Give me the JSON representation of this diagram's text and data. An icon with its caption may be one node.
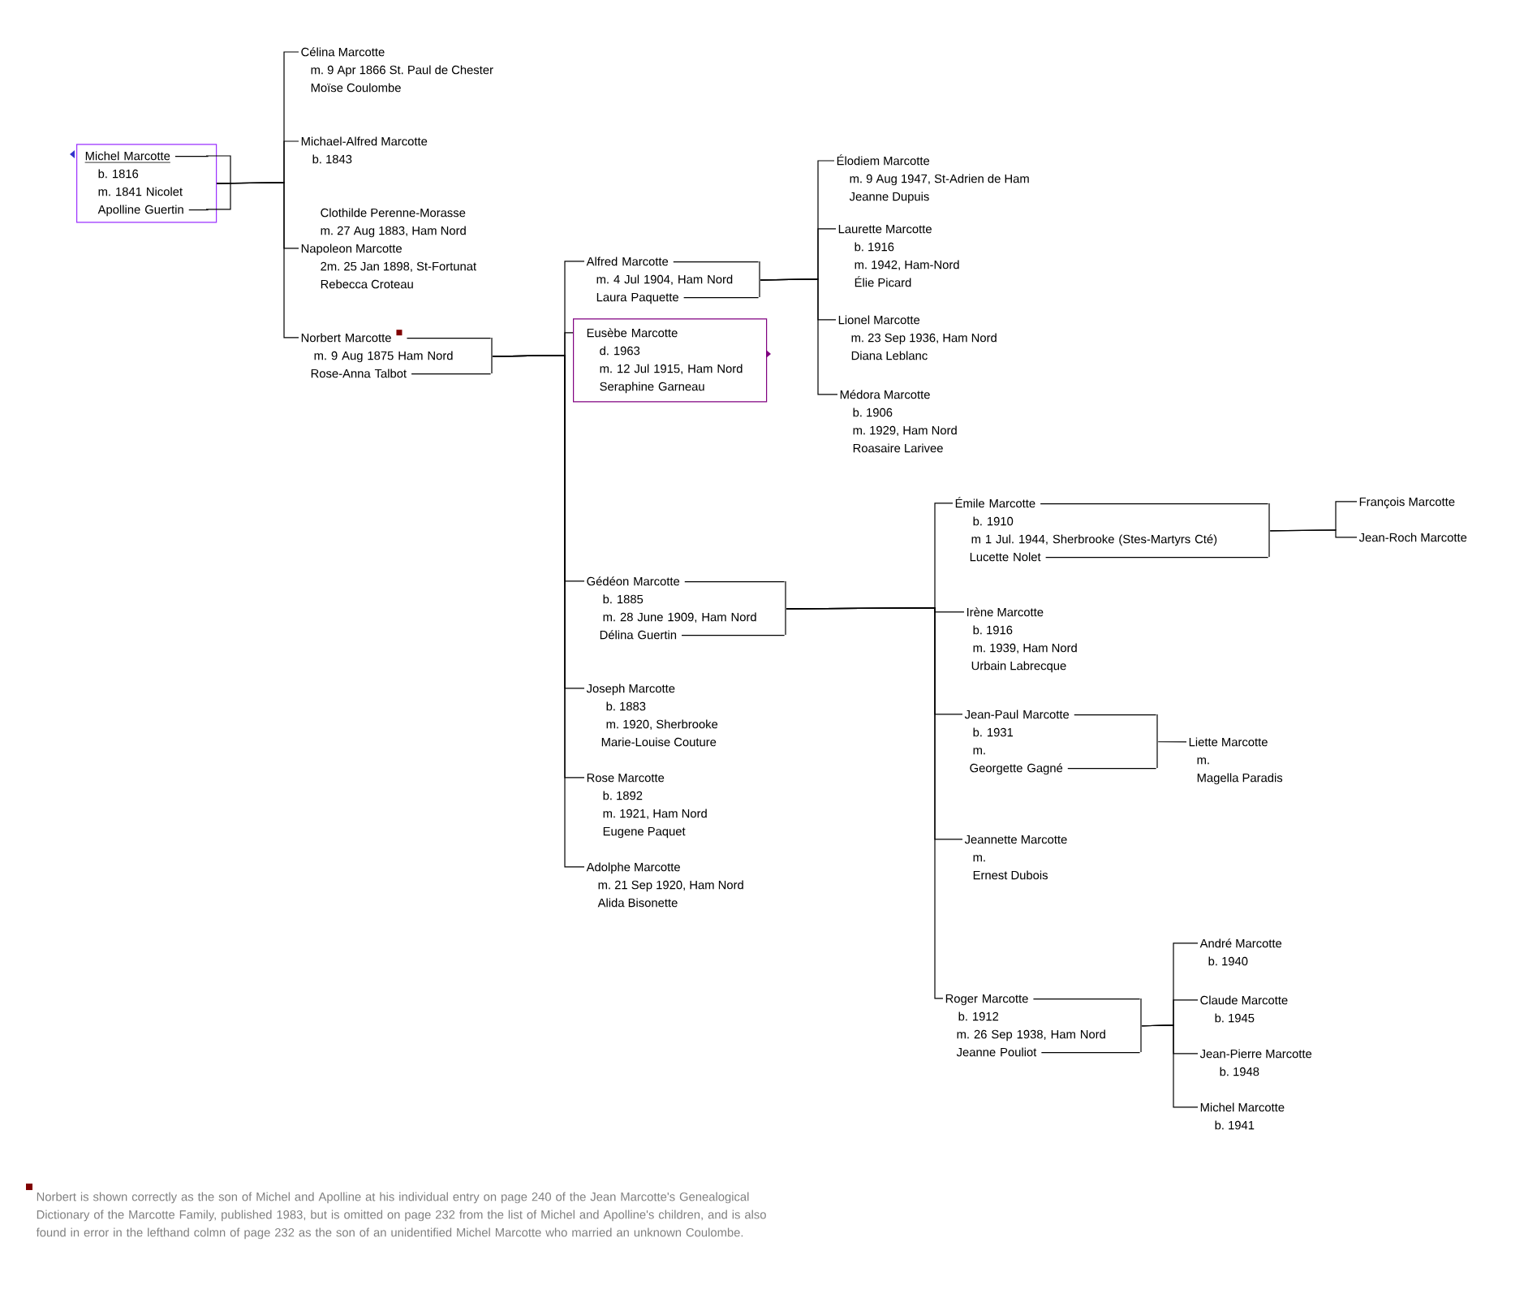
{
  "diagram": {
    "nodes": [
      {
        "text": [
          "Michel Marcotte",
          "b. 1816",
          "m. 1841 Nicolet",
          "Apolline Guertin"
        ]
      },
      {
        "text": [
          "Célina Marcotte",
          "m. 9 Apr 1866 St. Paul de Chester",
          "Moïse Coulombe"
        ]
      },
      {
        "text": [
          "Michael-Alfred Marcotte",
          "b. 1843"
        ]
      },
      {
        "text": [
          "Clothilde Perenne-Morasse",
          "m. 27 Aug 1883, Ham Nord",
          "Napoleon Marcotte",
          "2m. 25 Jan 1898, St-Fortunat",
          "Rebecca Croteau"
        ]
      },
      {
        "text": [
          "Norbert Marcotte",
          "m. 9 Aug 1875 Ham Nord",
          "Rose-Anna Talbot"
        ]
      },
      {
        "text": [
          "Alfred Marcotte",
          "m. 4 Jul 1904, Ham Nord",
          "Laura Paquette"
        ]
      },
      {
        "text": [
          "Eusèbe Marcotte",
          "d. 1963",
          "m. 12 Jul 1915, Ham Nord",
          "Seraphine Garneau"
        ]
      },
      {
        "text": [
          "Gédéon Marcotte",
          "b. 1885",
          "m. 28 June 1909, Ham Nord",
          "Délina Guertin"
        ]
      },
      {
        "text": [
          "Joseph Marcotte",
          "b. 1883",
          "m. 1920, Sherbrooke",
          "Marie-Louise Couture"
        ]
      },
      {
        "text": [
          "Rose Marcotte",
          "b. 1892",
          "m. 1921, Ham Nord",
          "Eugene Paquet"
        ]
      },
      {
        "text": [
          "Adolphe Marcotte",
          "m. 21 Sep 1920, Ham Nord",
          "Alida Bisonette"
        ]
      },
      {
        "text": [
          "Élodiem Marcotte",
          "m. 9 Aug 1947, St-Adrien de Ham",
          "Jeanne Dupuis"
        ]
      },
      {
        "text": [
          "Laurette Marcotte",
          "b. 1916",
          "m. 1942, Ham-Nord",
          "Élie Picard"
        ]
      },
      {
        "text": [
          "Lionel Marcotte",
          "m. 23 Sep 1936, Ham Nord",
          "Diana Leblanc"
        ]
      },
      {
        "text": [
          "Médora Marcotte",
          "b. 1906",
          "m. 1929, Ham Nord",
          "Roasaire Larivee"
        ]
      },
      {
        "text": [
          "Émile Marcotte",
          "b. 1910",
          "m 1 Jul. 1944, Sherbrooke (Stes-Martyrs Cté)",
          "Lucette Nolet"
        ]
      },
      {
        "text": [
          "Irène Marcotte",
          "b. 1916",
          "m. 1939, Ham Nord",
          "Urbain Labrecque"
        ]
      },
      {
        "text": [
          "Jean-Paul Marcotte",
          "b. 1931",
          "m.",
          "Georgette Gagné"
        ]
      },
      {
        "text": [
          "Jeannette Marcotte",
          "m.",
          "Ernest Dubois"
        ]
      },
      {
        "text": [
          "Roger Marcotte",
          "b. 1912",
          "m. 26 Sep 1938, Ham Nord",
          "Jeanne Pouliot"
        ]
      },
      {
        "text": [
          "François Marcotte"
        ]
      },
      {
        "text": [
          "Jean-Roch Marcotte"
        ]
      },
      {
        "text": [
          "Liette Marcotte",
          "m.",
          "Magella Paradis"
        ]
      },
      {
        "text": [
          "André Marcotte",
          "b. 1940"
        ]
      },
      {
        "text": [
          "Claude Marcotte",
          "b. 1945"
        ]
      },
      {
        "text": [
          "Jean-Pierre Marcotte",
          "b. 1948"
        ]
      },
      {
        "text": [
          "Michel Marcotte",
          "b. 1941"
        ]
      }
    ],
    "edges": [
      {
        "from": 0,
        "to": 1,
        "arrow": "none"
      },
      {
        "from": 0,
        "to": 2,
        "arrow": "none"
      },
      {
        "from": 0,
        "to": 3,
        "arrow": "none"
      },
      {
        "from": 0,
        "to": 4,
        "arrow": "none"
      },
      {
        "from": 4,
        "to": 5,
        "arrow": "none"
      },
      {
        "from": 4,
        "to": 6,
        "arrow": "none"
      },
      {
        "from": 4,
        "to": 7,
        "arrow": "none"
      },
      {
        "from": 4,
        "to": 8,
        "arrow": "none"
      },
      {
        "from": 4,
        "to": 9,
        "arrow": "none"
      },
      {
        "from": 4,
        "to": 10,
        "arrow": "none"
      },
      {
        "from": 5,
        "to": 11,
        "arrow": "none"
      },
      {
        "from": 5,
        "to": 12,
        "arrow": "none"
      },
      {
        "from": 5,
        "to": 13,
        "arrow": "none"
      },
      {
        "from": 5,
        "to": 14,
        "arrow": "none"
      },
      {
        "from": 7,
        "to": 15,
        "arrow": "none"
      },
      {
        "from": 7,
        "to": 16,
        "arrow": "none"
      },
      {
        "from": 7,
        "to": 17,
        "arrow": "none"
      },
      {
        "from": 7,
        "to": 18,
        "arrow": "none"
      },
      {
        "from": 7,
        "to": 19,
        "arrow": "none"
      },
      {
        "from": 15,
        "to": 20,
        "arrow": "none"
      },
      {
        "from": 15,
        "to": 21,
        "arrow": "none"
      },
      {
        "from": 17,
        "to": 22,
        "arrow": "none"
      },
      {
        "from": 19,
        "to": 23,
        "arrow": "none"
      },
      {
        "from": 19,
        "to": 24,
        "arrow": "none"
      },
      {
        "from": 19,
        "to": 25,
        "arrow": "none"
      },
      {
        "from": 19,
        "to": 26,
        "arrow": "none"
      }
    ],
    "labels": [
      "Norbert is shown correctly as the son of Michel and Apolline at his individual entry on page 240 of the Jean Marcotte's Genealogical Dictionary of the Marcotte Family, published 1983, but is omitted on page 232 from the list of Michel and Apolline's children, and is also found in error in the lefthand colmn of page 232 as the son of an unidentified Michel Marcotte who married an unknown Coulombe."
    ]
  }
}
